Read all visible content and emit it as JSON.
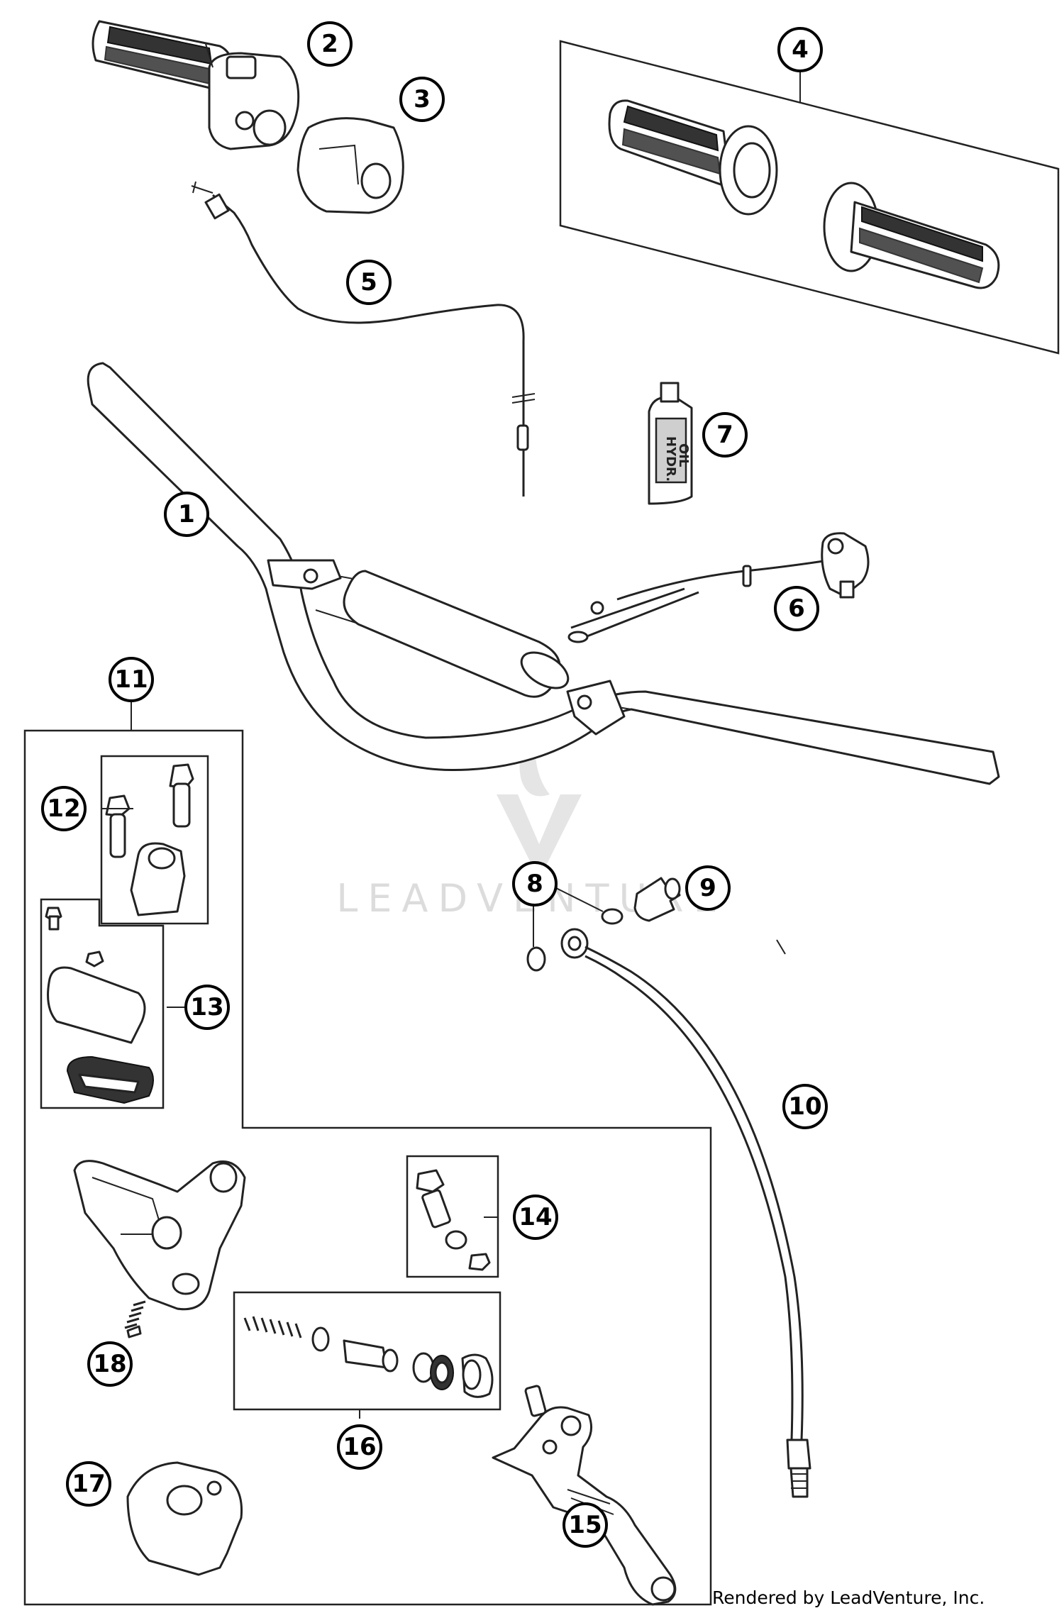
{
  "credit": "Rendered by LeadVenture, Inc.",
  "watermark": "LEADVENTURE",
  "oil_label_line1": "HYDR.",
  "oil_label_line2": "OIL",
  "callouts": [
    "1",
    "2",
    "3",
    "4",
    "5",
    "6",
    "7",
    "8",
    "9",
    "10",
    "11",
    "12",
    "13",
    "14",
    "15",
    "16",
    "17",
    "18"
  ],
  "colors": {
    "line": "#222222",
    "watermark": "#d9d9d9",
    "background": "#ffffff"
  }
}
